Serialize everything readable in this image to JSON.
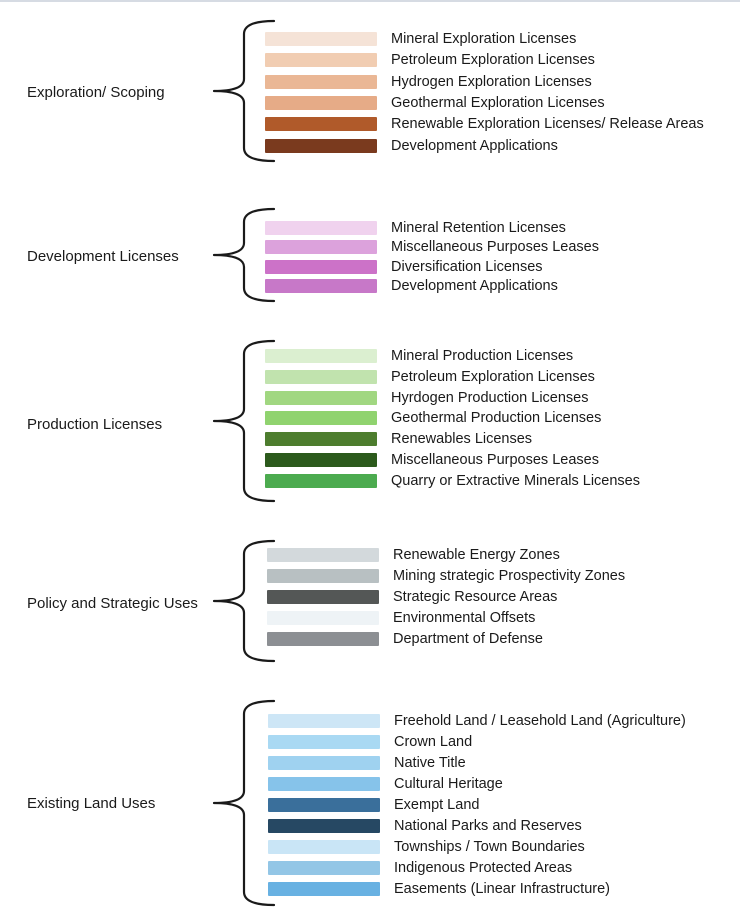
{
  "groups": [
    {
      "title": "Exploration/ Scoping",
      "items": [
        {
          "label": "Mineral Exploration Licenses",
          "color": "#f5e3d7"
        },
        {
          "label": "Petroleum Exploration Licenses",
          "color": "#f1cdb2"
        },
        {
          "label": "Hydrogen Exploration Licenses",
          "color": "#eab795"
        },
        {
          "label": "Geothermal Exploration Licenses",
          "color": "#e6ab87"
        },
        {
          "label": "Renewable Exploration Licenses/ Release Areas",
          "color": "#b05a2a"
        },
        {
          "label": "Development Applications",
          "color": "#7a3a1e"
        }
      ]
    },
    {
      "title": "Development Licenses",
      "items": [
        {
          "label": "Mineral Retention Licenses",
          "color": "#f0d2ee"
        },
        {
          "label": "Miscellaneous Purposes Leases",
          "color": "#dca2dc"
        },
        {
          "label": "Diversification Licenses",
          "color": "#cc72c8"
        },
        {
          "label": "Development Applications",
          "color": "#c778c8"
        }
      ]
    },
    {
      "title": "Production Licenses",
      "items": [
        {
          "label": "Mineral Production Licenses",
          "color": "#dbefd0"
        },
        {
          "label": "Petroleum Exploration Licenses",
          "color": "#c1e3ae"
        },
        {
          "label": "Hyrdogen Production Licenses",
          "color": "#a1d781"
        },
        {
          "label": "Geothermal Production Licenses",
          "color": "#90d36f"
        },
        {
          "label": "Renewables Licenses",
          "color": "#4d7d2e"
        },
        {
          "label": "Miscellaneous Purposes Leases",
          "color": "#2c5a1c"
        },
        {
          "label": "Quarry or Extractive Minerals Licenses",
          "color": "#4cab4f"
        }
      ]
    },
    {
      "title": "Policy and Strategic Uses",
      "items": [
        {
          "label": "Renewable Energy Zones",
          "color": "#d3d9dc"
        },
        {
          "label": "Mining strategic Prospectivity Zones",
          "color": "#b8c0c2"
        },
        {
          "label": "Strategic Resource Areas",
          "color": "#545756"
        },
        {
          "label": "Environmental Offsets",
          "color": "#eef3f6"
        },
        {
          "label": "Department of Defense",
          "color": "#8c8f93"
        }
      ]
    },
    {
      "title": "Existing Land Uses",
      "items": [
        {
          "label": "Freehold Land / Leasehold Land (Agriculture)",
          "color": "#cde6f6"
        },
        {
          "label": "Crown Land",
          "color": "#a9d9f3"
        },
        {
          "label": "Native Title",
          "color": "#9fd2f0"
        },
        {
          "label": "Cultural Heritage",
          "color": "#86c3ea"
        },
        {
          "label": "Exempt Land",
          "color": "#3a6f9b"
        },
        {
          "label": "National Parks and Reserves",
          "color": "#264863"
        },
        {
          "label": "Townships / Town Boundaries",
          "color": "#c9e5f6"
        },
        {
          "label": "Indigenous Protected Areas",
          "color": "#93c6e6"
        },
        {
          "label": "Easements (Linear Infrastructure)",
          "color": "#68b1e2"
        }
      ]
    }
  ]
}
